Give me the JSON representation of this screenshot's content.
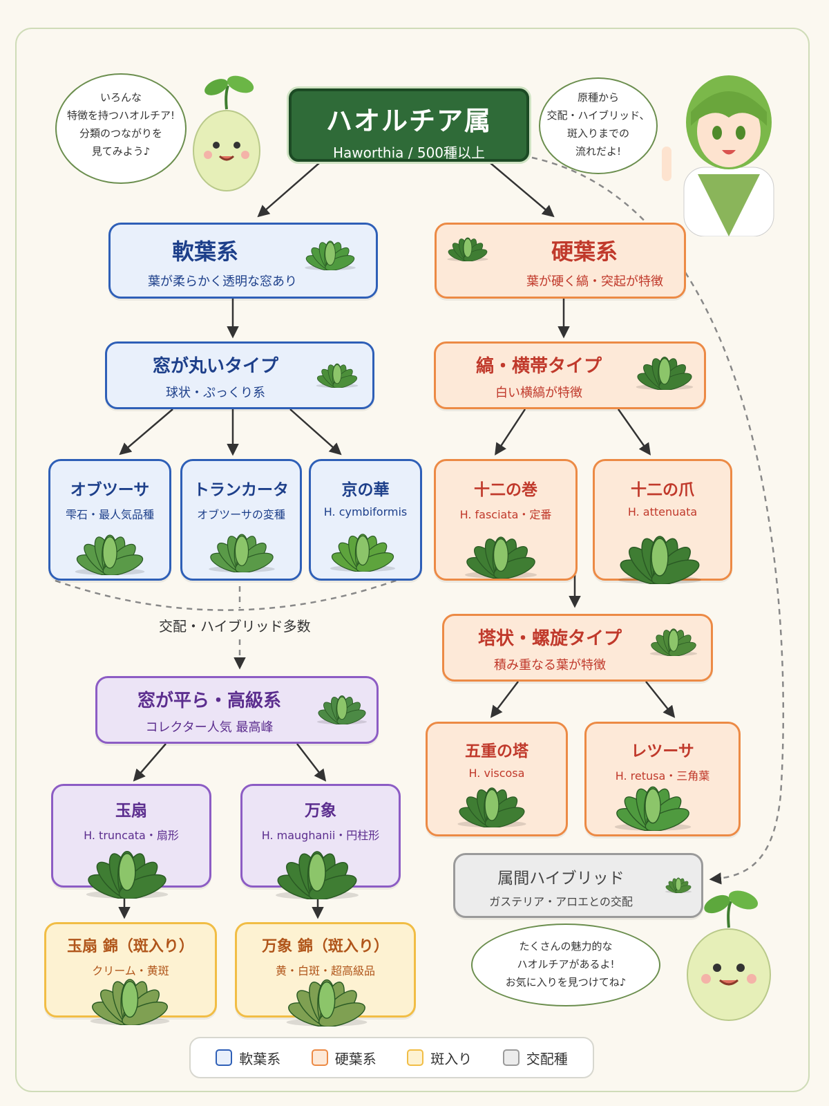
{
  "root": {
    "title": "ハオルチア属",
    "subtitle": "Haworthia / 500種以上"
  },
  "bubbles": {
    "top_left": [
      "いろんな",
      "特徴を持つハオルチア!",
      "分類のつながりを",
      "見てみよう♪"
    ],
    "top_right": [
      "原種から",
      "交配・ハイブリッド、",
      "斑入りまでの",
      "流れだよ!"
    ],
    "bottom_right": [
      "たくさんの魅力的な",
      "ハオルチアがあるよ!",
      "お気に入りを見つけてね♪"
    ]
  },
  "nodes": {
    "soft": {
      "title": "軟葉系",
      "subtitle": "葉が柔らかく透明な窓あり"
    },
    "hard": {
      "title": "硬葉系",
      "subtitle": "葉が硬く縞・突起が特徴"
    },
    "round": {
      "title": "窓が丸いタイプ",
      "subtitle": "球状・ぷっくり系"
    },
    "stripe": {
      "title": "縞・横帯タイプ",
      "subtitle": "白い横縞が特徴"
    },
    "obtusa": {
      "title": "オブツーサ",
      "subtitle": "雫石・最人気品種"
    },
    "truncata_type": {
      "title": "トランカータ",
      "subtitle": "オブツーサの変種"
    },
    "kyo": {
      "title": "京の華",
      "subtitle": "H. cymbiformis"
    },
    "juni_maki": {
      "title": "十二の巻",
      "subtitle": "H. fasciata・定番"
    },
    "juni_tsume": {
      "title": "十二の爪",
      "subtitle": "H. attenuata"
    },
    "tower": {
      "title": "塔状・螺旋タイプ",
      "subtitle": "積み重なる葉が特徴"
    },
    "flat": {
      "title": "窓が平ら・高級系",
      "subtitle": "コレクター人気 最高峰"
    },
    "gojuu": {
      "title": "五重の塔",
      "subtitle": "H. viscosa"
    },
    "retusa": {
      "title": "レツーサ",
      "subtitle": "H. retusa・三角葉"
    },
    "gyokusen": {
      "title": "玉扇",
      "subtitle": "H. truncata・扇形"
    },
    "manzo": {
      "title": "万象",
      "subtitle": "H. maughanii・円柱形"
    },
    "hybrid": {
      "title": "属間ハイブリッド",
      "subtitle": "ガステリア・アロエとの交配"
    },
    "gyokusen_var": {
      "title": "玉扇 錦（斑入り）",
      "subtitle": "クリーム・黄斑"
    },
    "manzo_var": {
      "title": "万象 錦（斑入り）",
      "subtitle": "黄・白斑・超高級品"
    }
  },
  "cross_label": "交配・ハイブリッド多数",
  "legend": [
    {
      "label": "軟葉系",
      "fill": "#e9f0fb",
      "border": "#2e5fb7"
    },
    {
      "label": "硬葉系",
      "fill": "#fde9d8",
      "border": "#ec8a45"
    },
    {
      "label": "斑入り",
      "fill": "#fdf2d2",
      "border": "#f1bd45"
    },
    {
      "label": "交配種",
      "fill": "#ececec",
      "border": "#9a9a9a"
    }
  ]
}
